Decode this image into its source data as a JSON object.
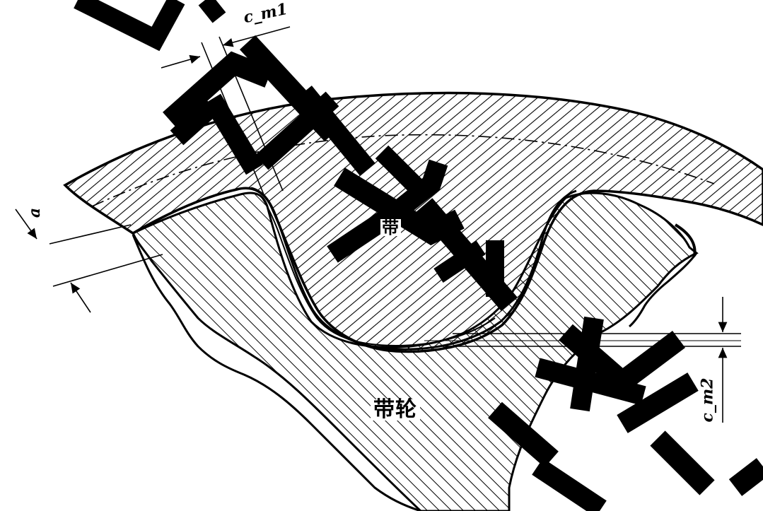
{
  "labels": {
    "belt": "带",
    "pulley": "带轮",
    "cm1": "c_m1",
    "cm2": "c_m2",
    "a": "a"
  },
  "colors": {
    "ink": "#000000",
    "paper": "#ffffff"
  }
}
